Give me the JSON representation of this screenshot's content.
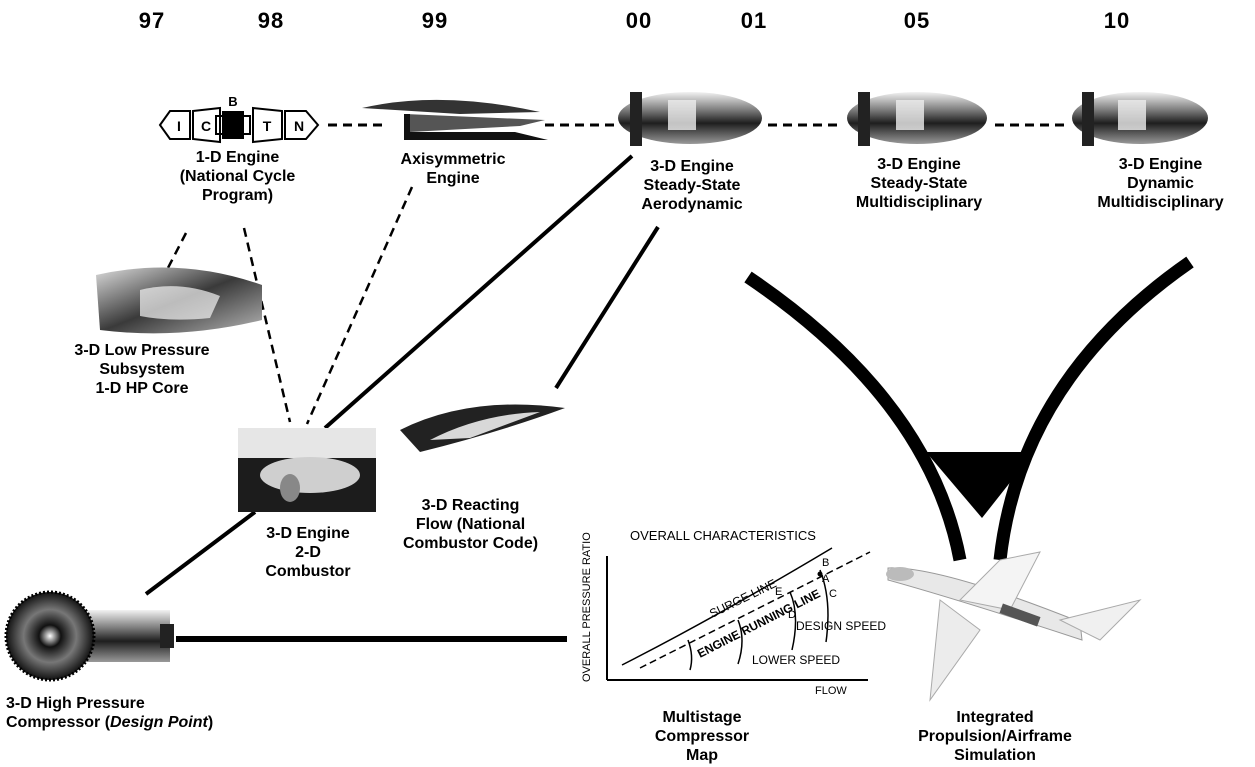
{
  "years": [
    "97",
    "98",
    "99",
    "00",
    "01",
    "05",
    "10"
  ],
  "nodes": {
    "one_d": {
      "lines": [
        "1-D Engine",
        "(National Cycle",
        "Program)"
      ],
      "components": [
        "I",
        "C",
        "B",
        "T",
        "N"
      ]
    },
    "axisym": {
      "lines": [
        "Axisymmetric",
        "Engine"
      ]
    },
    "steady_aero": {
      "lines": [
        "3-D Engine",
        "Steady-State",
        "Aerodynamic"
      ]
    },
    "steady_multi": {
      "lines": [
        "3-D Engine",
        "Steady-State",
        "Multidisciplinary"
      ]
    },
    "dynamic_multi": {
      "lines": [
        "3-D Engine",
        "Dynamic",
        "Multidisciplinary"
      ]
    },
    "low_pressure": {
      "lines": [
        "3-D Low Pressure",
        "Subsystem",
        "1-D HP Core"
      ]
    },
    "combustor": {
      "lines": [
        "3-D Engine",
        "2-D",
        "Combustor"
      ]
    },
    "reacting": {
      "lines": [
        "3-D Reacting",
        "Flow (National",
        "Combustor Code)"
      ]
    },
    "hp_compressor": {
      "line1": "3-D High Pressure",
      "line2_prefix": "Compressor (",
      "line2_italic": "Design Point",
      "line2_suffix": ")"
    },
    "compressor_map": {
      "lines": [
        "Multistage",
        "Compressor",
        "Map"
      ],
      "title": "OVERALL CHARACTERISTICS",
      "ylabel": "OVERALL PRESSURE RATIO",
      "xlabel": "FLOW",
      "surge_line": "SURGE LINE",
      "running_line": "ENGINE RUNNING LINE",
      "design_speed": "DESIGN SPEED",
      "lower_speed": "LOWER SPEED",
      "points": [
        "A",
        "B",
        "C",
        "D",
        "E"
      ]
    },
    "integrated": {
      "lines": [
        "Integrated",
        "Propulsion/Airframe",
        "Simulation"
      ]
    }
  }
}
